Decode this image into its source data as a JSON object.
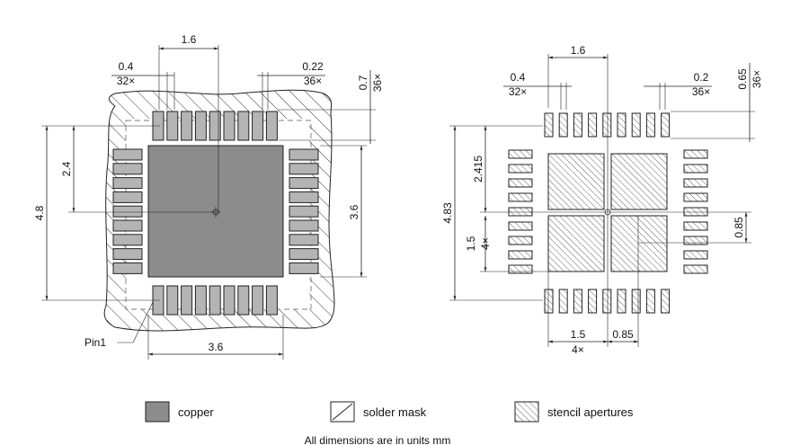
{
  "left_view": {
    "dim_top_width": "1.6",
    "dim_pad_width": "0.4",
    "dim_pad_count": "32×",
    "dim_mask_width": "0.22",
    "dim_mask_count": "36×",
    "dim_pad_length": "0.7",
    "dim_pad_length_count": "36×",
    "dim_half_height": "2.4",
    "dim_total_height": "4.8",
    "dim_pad_span_right": "3.6",
    "dim_pad_span_bottom": "3.6",
    "pin1_label": "Pin1"
  },
  "right_view": {
    "dim_top_width": "1.6",
    "dim_pad_width": "0.4",
    "dim_pad_count": "32×",
    "dim_stencil_width": "0.2",
    "dim_stencil_count": "36×",
    "dim_pad_length": "0.65",
    "dim_pad_length_count": "36×",
    "dim_half_height": "2.415",
    "dim_total_height": "4.83",
    "dim_aperture_size": "1.5",
    "dim_aperture_count": "4×",
    "dim_aperture_gap_v": "0.85",
    "dim_bottom_aperture": "1.5",
    "dim_bottom_count": "4×",
    "dim_bottom_gap": "0.85"
  },
  "legend": {
    "copper": "copper",
    "solder_mask": "solder mask",
    "stencil": "stencil apertures"
  },
  "footer": "All dimensions are in units mm",
  "colors": {
    "copper_fill": "#8c8c8c",
    "pad_fill": "#b4b4b4",
    "line": "#222222"
  }
}
